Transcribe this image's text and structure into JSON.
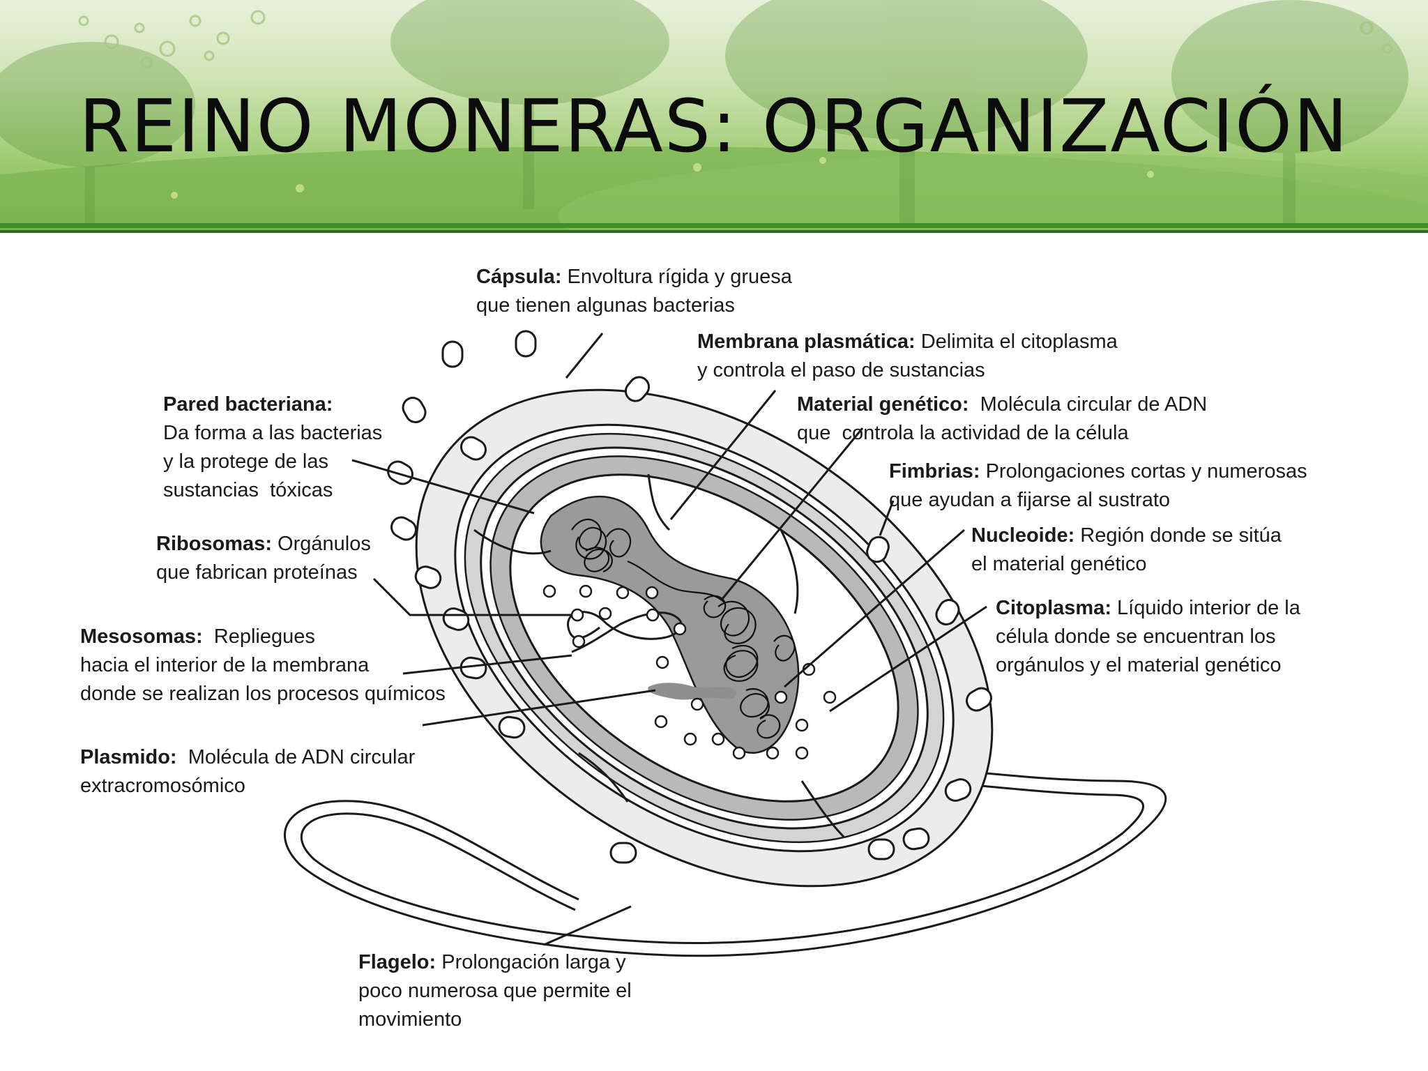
{
  "slide": {
    "title": "REINO MONERAS: ORGANIZACIÓN"
  },
  "labels": {
    "capsula": {
      "term": "Cápsula:",
      "line1": " Envoltura rígida y gruesa",
      "line2": "que tienen algunas bacterias"
    },
    "membrana": {
      "term": "Membrana plasmática:",
      "line1": " Delimita el citoplasma",
      "line2": "y controla el paso de sustancias"
    },
    "material": {
      "term": "Material genético:",
      "line1": "  Molécula circular de ADN",
      "line2": "que  controla la actividad de la célula"
    },
    "pared": {
      "term": "Pared bacteriana:",
      "line1": "Da forma a las bacterias",
      "line2": "y la protege de las",
      "line3": "sustancias  tóxicas"
    },
    "fimbrias": {
      "term": "Fimbrias:",
      "line1": " Prolongaciones cortas y numerosas",
      "line2": "que ayudan a fijarse al sustrato"
    },
    "ribosomas": {
      "term": "Ribosomas:",
      "line1": " Orgánulos",
      "line2": "que fabrican proteínas"
    },
    "nucleoide": {
      "term": "Nucleoide:",
      "line1": " Región donde se sitúa",
      "line2": "el material genético"
    },
    "citoplasma": {
      "term": "Citoplasma:",
      "line1": " Líquido interior de la",
      "line2": "célula donde se encuentran los",
      "line3": "orgánulos y el material genético"
    },
    "mesosomas": {
      "term": "Mesosomas:",
      "line1": "  Repliegues",
      "line2": "hacia el interior de la membrana",
      "line3": "donde se realizan los procesos químicos"
    },
    "plasmido": {
      "term": "Plasmido:",
      "line1": "  Molécula de ADN circular",
      "line2": "extracromosómico"
    },
    "flagelo": {
      "term": "Flagelo:",
      "line1": " Prolongación larga y",
      "line2": "poco numerosa que permite el",
      "line3": "movimiento"
    }
  },
  "colors": {
    "header_green": "#78b24c",
    "rule_green": "#3f8e2c",
    "outline": "#1a1a1a",
    "wall_gray": "#c8c8c8",
    "nucleoid_gray": "#9a9a9a"
  }
}
